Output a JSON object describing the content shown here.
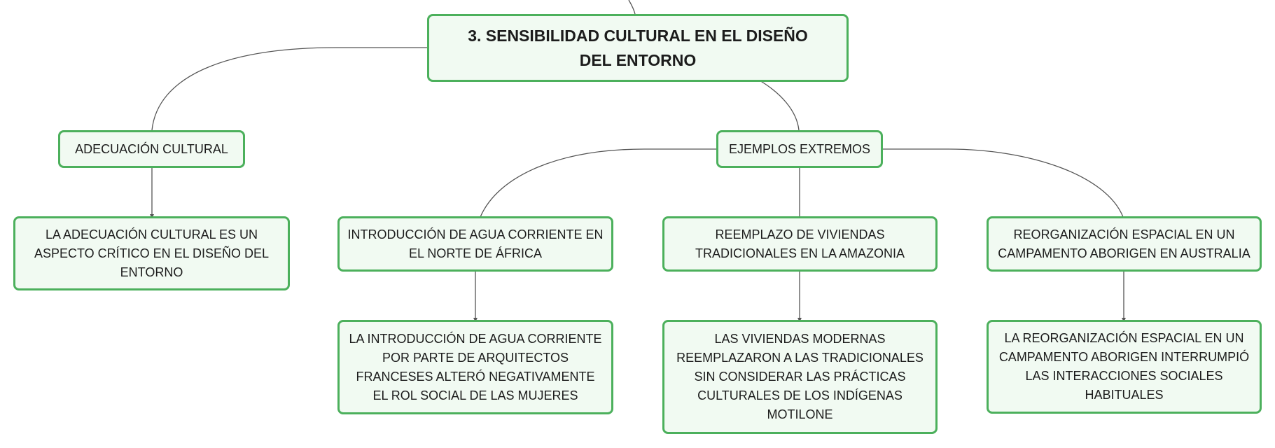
{
  "root": {
    "label": "3. SENSIBILIDAD CULTURAL EN EL DISEÑO DEL ENTORNO"
  },
  "branch_adecuacion": {
    "label": "ADECUACIÓN CULTURAL",
    "detail": "LA ADECUACIÓN CULTURAL ES UN ASPECTO CRÍTICO EN EL DISEÑO DEL ENTORNO"
  },
  "branch_ejemplos": {
    "label": "EJEMPLOS EXTREMOS",
    "examples": [
      {
        "title": "INTRODUCCIÓN DE AGUA CORRIENTE EN EL NORTE DE ÁFRICA",
        "detail": "LA INTRODUCCIÓN DE AGUA CORRIENTE POR PARTE DE ARQUITECTOS FRANCESES ALTERÓ NEGATIVAMENTE EL ROL SOCIAL DE LAS MUJERES"
      },
      {
        "title": "REEMPLAZO DE VIVIENDAS TRADICIONALES EN LA AMAZONIA",
        "detail": "LAS VIVIENDAS MODERNAS REEMPLAZARON A LAS TRADICIONALES SIN CONSIDERAR LAS PRÁCTICAS CULTURALES DE LOS INDÍGENAS MOTILONE"
      },
      {
        "title": "REORGANIZACIÓN ESPACIAL EN UN CAMPAMENTO ABORIGEN EN AUSTRALIA",
        "detail": "LA REORGANIZACIÓN ESPACIAL EN UN CAMPAMENTO ABORIGEN INTERRUMPIÓ LAS INTERACCIONES SOCIALES HABITUALES"
      }
    ]
  },
  "colors": {
    "node_border": "#4cb05c",
    "node_fill": "#f1faf2",
    "edge": "#555555"
  }
}
